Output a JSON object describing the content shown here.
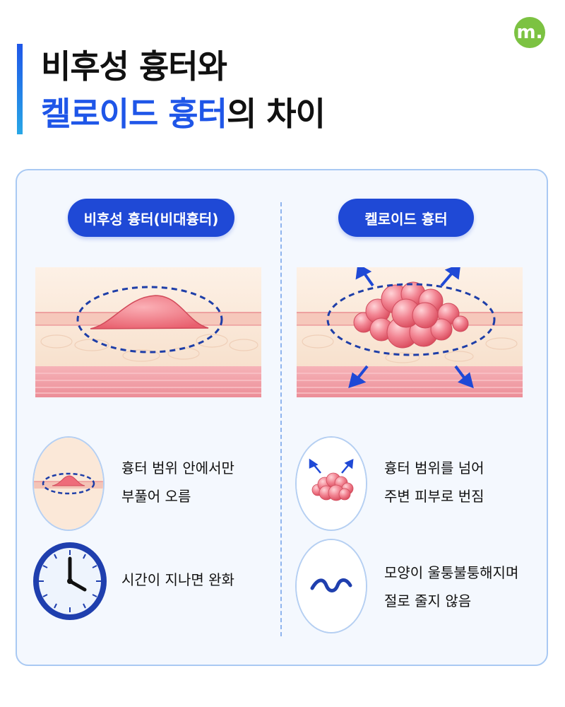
{
  "brand": {
    "logo_text": "m."
  },
  "title": {
    "line1": "비후성 흉터와",
    "line2_part1": "켈로이드 흉터",
    "line2_part2": "의 차이"
  },
  "left": {
    "heading": "비후성 흉터(비대흉터)",
    "feature1": {
      "line1": "흉터 범위 안에서만",
      "line2": "부풀어 오름"
    },
    "feature2": {
      "line1": "시간이 지나면 완화"
    }
  },
  "right": {
    "heading": "켈로이드 흉터",
    "feature1": {
      "line1": "흉터 범위를 넘어",
      "line2": "주변 피부로 번짐"
    },
    "feature2": {
      "line1": "모양이 울퉁불퉁해지며",
      "line2": "절로 줄지 않음"
    }
  },
  "colors": {
    "accent_blue": "#1f49d6",
    "title_blue": "#1f56e8",
    "logo_green": "#7cc242",
    "scar_pink": "#ef7a86",
    "skin": "#f8e1cd",
    "muscle": "#ef9aa3"
  }
}
